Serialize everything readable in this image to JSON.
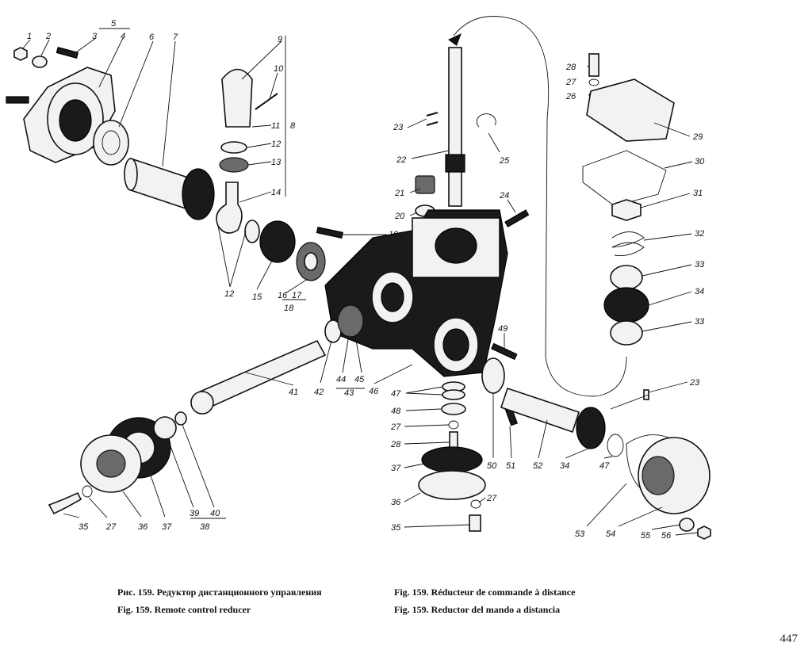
{
  "figure": {
    "labels": [
      "1",
      "2",
      "3",
      "4",
      "5",
      "6",
      "7",
      "8",
      "9",
      "10",
      "11",
      "12",
      "13",
      "14",
      "12",
      "15",
      "16",
      "17",
      "18",
      "19",
      "20",
      "21",
      "22",
      "23",
      "24",
      "25",
      "26",
      "27",
      "28",
      "29",
      "30",
      "31",
      "32",
      "33",
      "34",
      "33",
      "35",
      "27",
      "36",
      "37",
      "39",
      "40",
      "38",
      "41",
      "42",
      "44",
      "45",
      "43",
      "46",
      "47",
      "48",
      "27",
      "28",
      "37",
      "36",
      "27",
      "35",
      "49",
      "50",
      "51",
      "52",
      "34",
      "47",
      "23",
      "53",
      "54",
      "55",
      "56"
    ]
  },
  "captions": {
    "ru": "Рис. 159. Редуктор дистанционного управления",
    "en": "Fig. 159. Remote control reducer",
    "fr": "Fig. 159. Réducteur de commande à distance",
    "es": "Fig. 159. Reductor del mando a distancia"
  },
  "page_number": "447"
}
